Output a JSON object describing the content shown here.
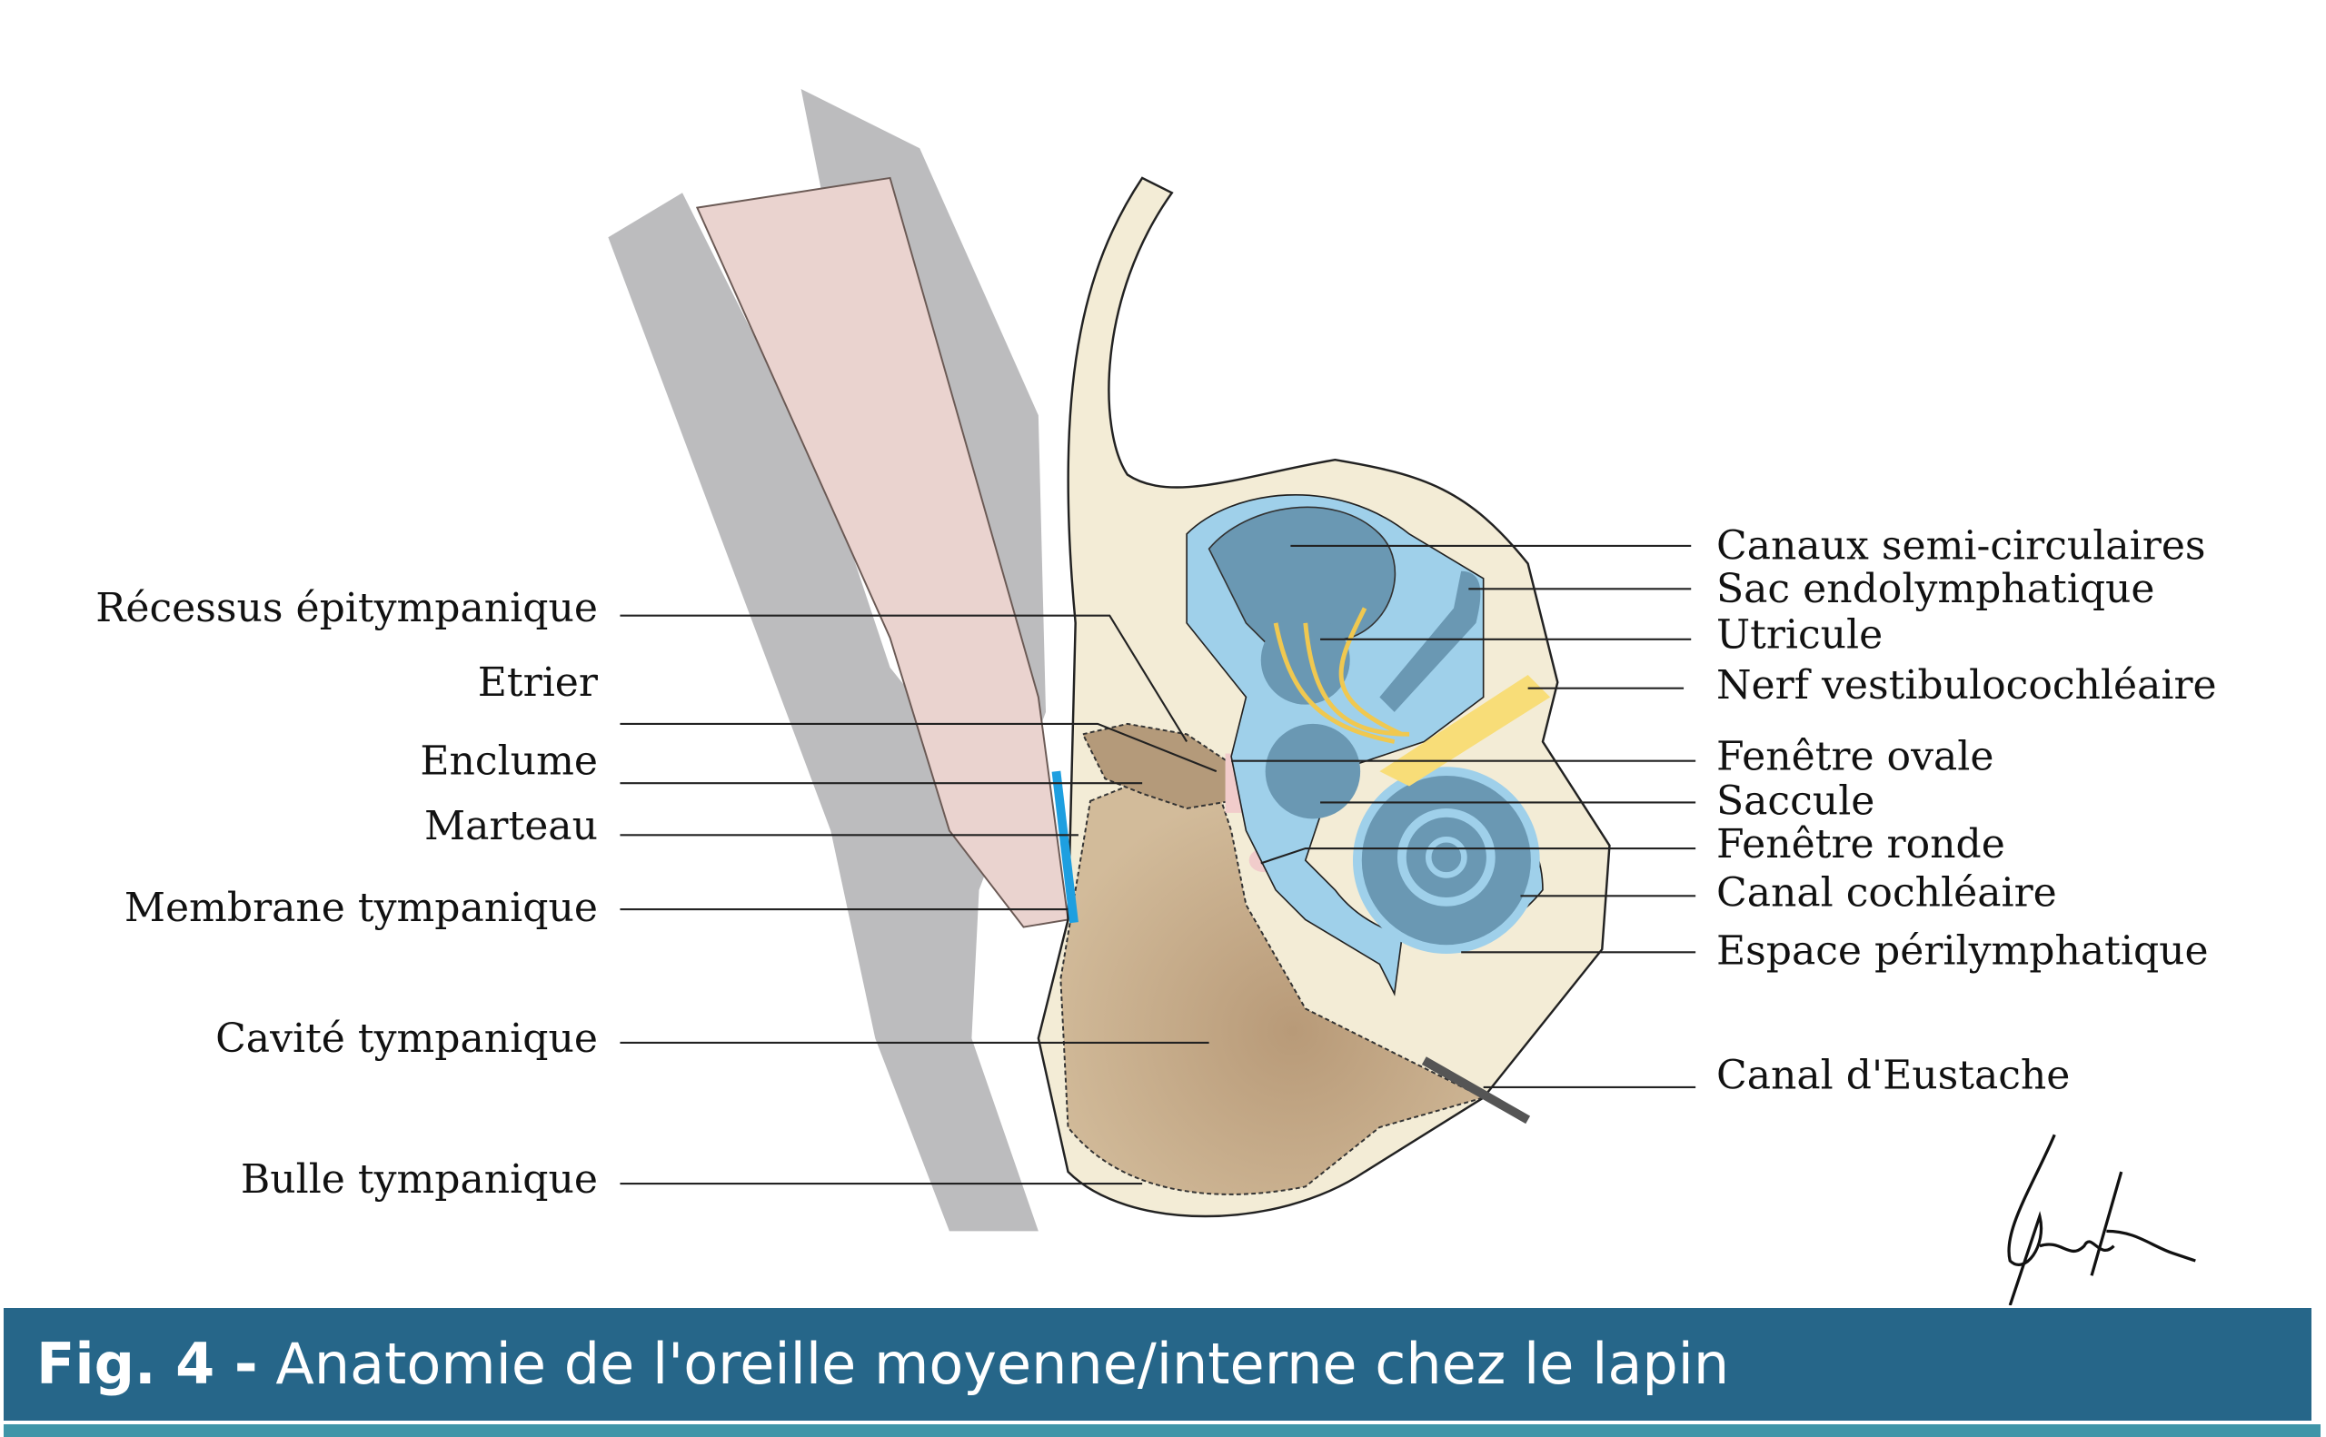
{
  "figure": {
    "left_labels": [
      "Récessus épitympanique",
      "Etrier",
      "Enclume",
      "Marteau",
      "Membrane tympanique",
      "Cavité tympanique",
      "Bulle tympanique"
    ],
    "right_labels": [
      "Canaux semi-circulaires",
      "Sac endolymphatique",
      "Utricule",
      "Nerf vestibulocochléaire",
      "Fenêtre ovale",
      "Saccule",
      "Fenêtre ronde",
      "Canal cochléaire",
      "Espace périlymphatique",
      "Canal d'Eustache"
    ],
    "signature": "Graham Lotter"
  },
  "caption": {
    "prefix": "Fig. 4 -",
    "title": "Anatomie de l'oreille moyenne/interne chez le lapin"
  },
  "colors": {
    "caption_bg": "#266689",
    "strip": "#3f95a8",
    "bone": "#f3ecd6",
    "cavity": "#c1a585",
    "perilymph": "#9fd0ea",
    "endolymph": "#6a98b3",
    "nerve": "#f8dd78",
    "membrane": "#1e9fe0"
  }
}
